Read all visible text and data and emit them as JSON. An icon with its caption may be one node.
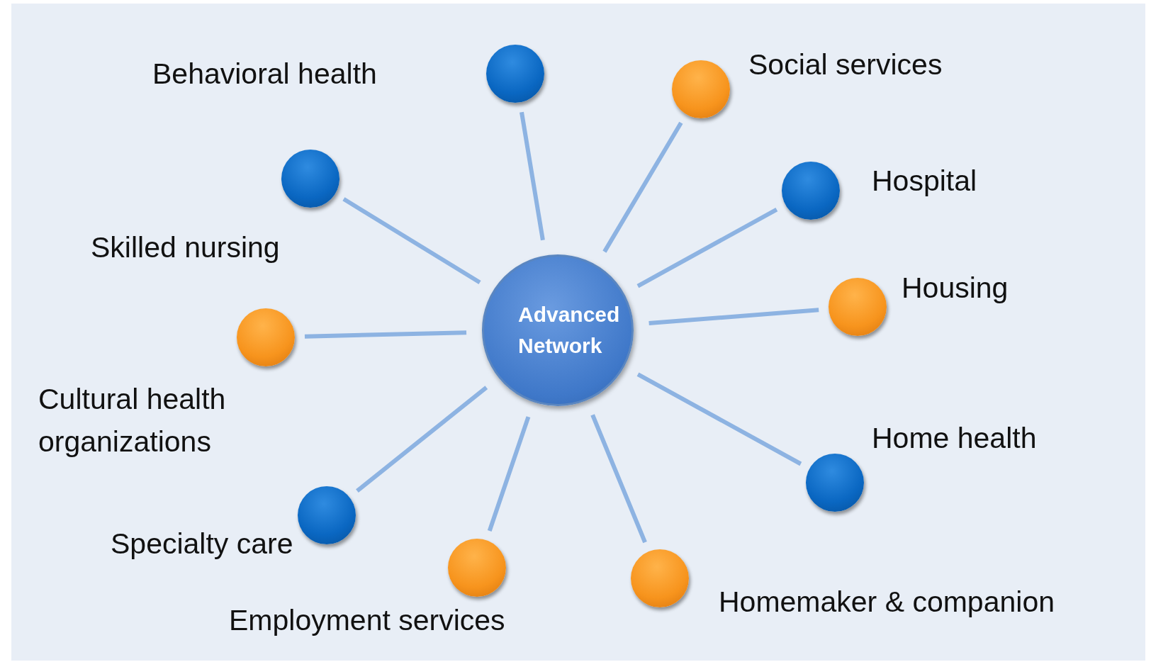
{
  "diagram": {
    "nodes": [
      {
        "text": [
          "Advanced Network"
        ]
      },
      {
        "text": [],
        "shape": "circle"
      },
      {
        "text": [],
        "shape": "circle",
        "beside": [
          "Social services"
        ]
      },
      {
        "text": [],
        "shape": "circle",
        "beside": [
          "Skilled nursing"
        ]
      },
      {
        "text": [],
        "shape": "circle",
        "beside": [
          "Hospital"
        ]
      },
      {
        "text": [],
        "shape": "circle",
        "beside": [
          "Housing"
        ]
      },
      {
        "text": [],
        "shape": "circle",
        "beside": [
          "Cultural health organizations"
        ]
      },
      {
        "text": [],
        "shape": "circle",
        "beside": [
          "Home health"
        ]
      },
      {
        "text": [],
        "shape": "circle",
        "beside": [
          "Specialty care"
        ]
      },
      {
        "text": [],
        "shape": "circle",
        "beside": [
          "Employment services"
        ]
      },
      {
        "text": [],
        "shape": "circle",
        "beside": [
          "Homemaker & companion"
        ]
      }
    ],
    "edges": [
      {
        "from": 0,
        "to": 1,
        "arrow": "none"
      },
      {
        "from": 0,
        "to": 2,
        "arrow": "none"
      },
      {
        "from": 0,
        "to": 3,
        "arrow": "none"
      },
      {
        "from": 0,
        "to": 4,
        "arrow": "none"
      },
      {
        "from": 0,
        "to": 5,
        "arrow": "none"
      },
      {
        "from": 0,
        "to": 6,
        "arrow": "none"
      },
      {
        "from": 0,
        "to": 7,
        "arrow": "none"
      },
      {
        "from": 0,
        "to": 8,
        "arrow": "none"
      },
      {
        "from": 0,
        "to": 9,
        "arrow": "none"
      },
      {
        "from": 0,
        "to": 10,
        "arrow": "none"
      }
    ],
    "labels": [
      "Behavioral health"
    ]
  }
}
